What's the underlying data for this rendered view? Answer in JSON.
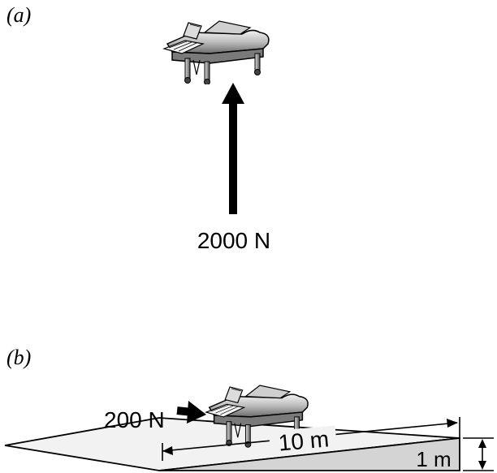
{
  "panels": [
    {
      "label": "(a)",
      "force_label": "2000 N"
    },
    {
      "label": "(b)",
      "force_label": "200 N",
      "ramp_length_label": "10 m",
      "ramp_height_label": "1 m"
    }
  ],
  "colors": {
    "ink": "#000000",
    "ramp_top": "#f0f0f0",
    "ramp_side": "#d0d0d0",
    "piano_body": "#b0b0b0",
    "piano_shadow": "#5a5a5a",
    "piano_highlight": "#eeeeee"
  },
  "icons": {
    "piano": "grand-piano-icon",
    "arrow": "force-arrow-icon"
  }
}
